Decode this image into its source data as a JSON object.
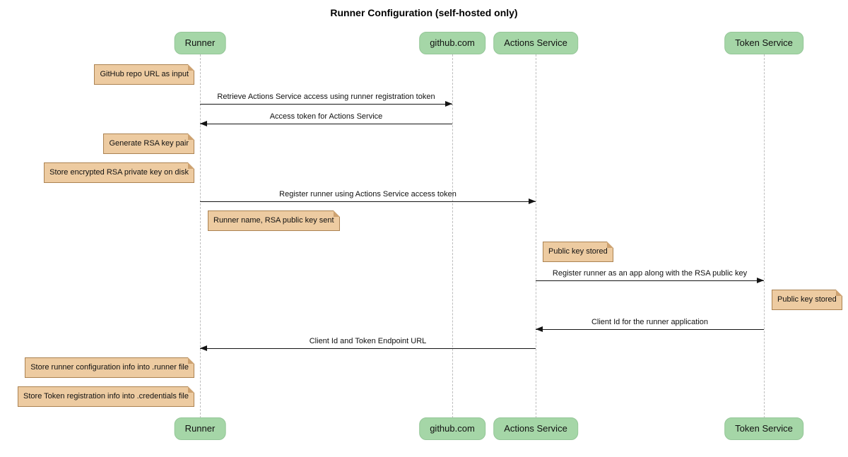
{
  "title": "Runner Configuration (self-hosted only)",
  "diagram_type": "sequence",
  "participants": [
    {
      "name": "Runner"
    },
    {
      "name": "github.com"
    },
    {
      "name": "Actions Service"
    },
    {
      "name": "Token Service"
    }
  ],
  "messages": [
    {
      "label": "Retrieve Actions Service access using runner registration token",
      "from": "Runner",
      "to": "github.com"
    },
    {
      "label": "Access token for Actions Service",
      "from": "github.com",
      "to": "Runner"
    },
    {
      "label": "Register runner using Actions Service access token",
      "from": "Runner",
      "to": "Actions Service"
    },
    {
      "label": "Register runner as an app along with the RSA public key",
      "from": "Actions Service",
      "to": "Token Service"
    },
    {
      "label": "Client Id for the runner application",
      "from": "Token Service",
      "to": "Actions Service"
    },
    {
      "label": "Client Id and Token Endpoint URL",
      "from": "Actions Service",
      "to": "Runner"
    }
  ],
  "notes": [
    {
      "text": "GitHub repo URL as input",
      "anchor": "Runner",
      "side": "left"
    },
    {
      "text": "Generate RSA key pair",
      "anchor": "Runner",
      "side": "left"
    },
    {
      "text": "Store encrypted RSA private key on disk",
      "anchor": "Runner",
      "side": "left"
    },
    {
      "text": "Runner name, RSA public key sent",
      "anchor": "Runner",
      "side": "right"
    },
    {
      "text": "Public key stored",
      "anchor": "Actions Service",
      "side": "right"
    },
    {
      "text": "Public key stored",
      "anchor": "Token Service",
      "side": "right"
    },
    {
      "text": "Store runner configuration info into .runner file",
      "anchor": "Runner",
      "side": "left"
    },
    {
      "text": "Store Token registration info into .credentials file",
      "anchor": "Runner",
      "side": "left"
    }
  ],
  "colors": {
    "background": "#ffffff",
    "participant_fill": "#a5d6a7",
    "participant_border": "#94c697",
    "note_fill": "#edcba1",
    "note_border": "#ab8251",
    "note_fold": "#cda271",
    "lifeline": "#bdbdbd",
    "arrow": "#141414",
    "text": "#111111"
  }
}
